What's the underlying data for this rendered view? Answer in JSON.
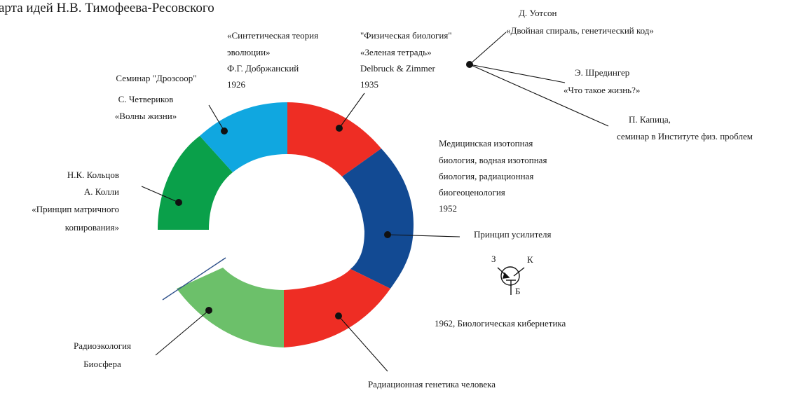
{
  "title": "арта идей Н.В. Тимофеева-Ресовского",
  "segments": [
    {
      "id": "koltsov",
      "color": "#0aa04a",
      "lines": [
        "Н.К. Кольцов",
        "А. Колли",
        "«Принцип матричного",
        "копирования»"
      ]
    },
    {
      "id": "drozsoor",
      "color": "#10a7e0",
      "lines": [
        "Семинар \"Дрозсоор\"",
        "С. Четвериков",
        "«Волны жизни»"
      ]
    },
    {
      "id": "dobzhansky",
      "color": "#ee2d24",
      "lines": [
        "«Синтетическая теория",
        "эволюции»",
        "Ф.Г. Добржанский",
        "1926"
      ]
    },
    {
      "id": "delbruck",
      "color": "#ee2d24",
      "lines": [
        "\"Физическая биология\"",
        "«Зеленая тетрадь»",
        "Delbruck & Zimmer",
        "1935"
      ]
    },
    {
      "id": "isotope",
      "color": "#124a93",
      "lines": [
        "Медицинская изотопная",
        "биология, водная изотопная",
        "биология, радиационная",
        "биогеоценология",
        "1952"
      ]
    },
    {
      "id": "amplifier",
      "color": "#124a93",
      "lines": [
        "Принцип усилителя"
      ]
    },
    {
      "id": "human-genetics",
      "color": "#ee2d24",
      "lines": [
        "Радиационная генетика человека"
      ]
    },
    {
      "id": "radioecology",
      "color": "#6cc06a",
      "lines": [
        "Радиоэкология",
        "Биосфера"
      ]
    }
  ],
  "external": [
    {
      "id": "watson",
      "lines": [
        "Д. Уотсон",
        "«Двойная спираль, генетический код»"
      ]
    },
    {
      "id": "schrodinger",
      "lines": [
        "Э. Шредингер",
        "«Что такое жизнь?»"
      ]
    },
    {
      "id": "kapitsa",
      "lines": [
        "П. Капица,",
        "семинар в Институте физ. проблем"
      ]
    }
  ],
  "transistor": {
    "e": "З",
    "c": "К",
    "b": "Б"
  },
  "cybernetics": "1962, Биологическая кибернетика"
}
